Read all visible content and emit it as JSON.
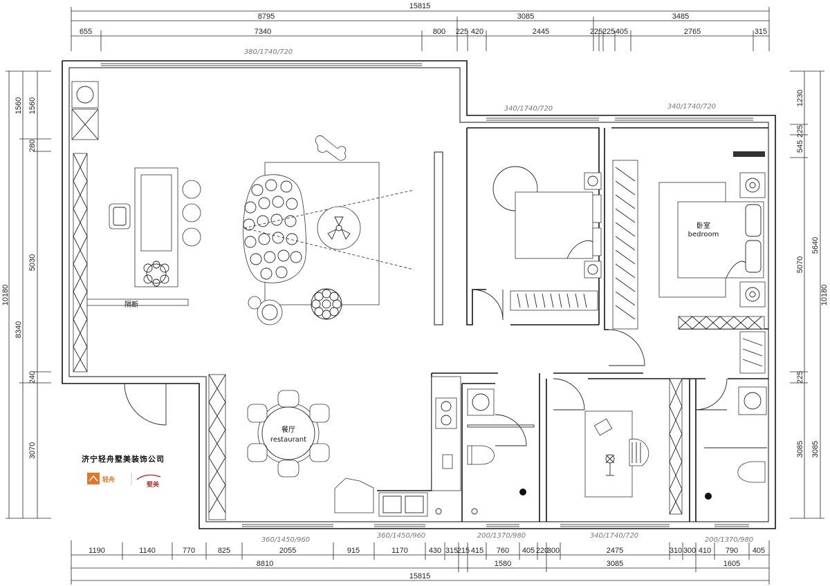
{
  "plan": {
    "top_total": "15815",
    "top_mid": [
      "8795",
      "3085",
      "3485"
    ],
    "top_detail": [
      "655",
      "7340",
      "800",
      "225",
      "420",
      "2445",
      "225",
      "225",
      "405",
      "2765",
      "315"
    ],
    "bottom_detail": [
      "1190",
      "1140",
      "770",
      "825",
      "2055",
      "915",
      "1170",
      "430",
      "315",
      "215",
      "415",
      "760",
      "405",
      "220",
      "300",
      "2475",
      "310",
      "300",
      "410",
      "790",
      "405"
    ],
    "bottom_mid": [
      "8810",
      "1580",
      "3085",
      "1605"
    ],
    "bottom_total": "15815",
    "left_detail": [
      "1560",
      "280",
      "5030",
      "240",
      "3070"
    ],
    "left_mid": [
      "1560",
      "8340"
    ],
    "left_total": "10180",
    "right_detail": [
      "1230",
      "225",
      "545",
      "5640",
      "5070",
      "225",
      "3085",
      "3085"
    ],
    "right_total": "10180",
    "window_labels": [
      "380/1740/720",
      "340/1740/720",
      "340/1740/720",
      "360/1450/960",
      "360/1450/960",
      "200/1370/980",
      "340/1740/720",
      "200/1370/980"
    ],
    "partition_label": "隔断",
    "dining_cn": "餐厅",
    "dining_en": "restaurant",
    "bedroom_cn": "卧室",
    "bedroom_en": "bedroom"
  },
  "company": {
    "name": "济宁轻舟墅美装饰公司",
    "logo_a": "轻舟",
    "logo_b": "墅美"
  },
  "colors": {
    "logo": "#e2762b",
    "logo_b": "#b0413e"
  }
}
